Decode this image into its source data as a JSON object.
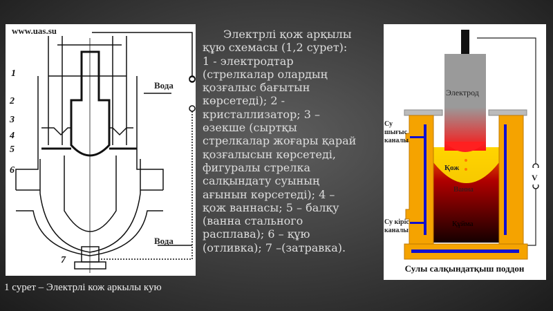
{
  "figure1": {
    "source_label": "www.uas.su",
    "numbers": [
      "1",
      "2",
      "3",
      "4",
      "5",
      "6",
      "7"
    ],
    "water_label_top": "Вода",
    "water_label_bottom": "Вода",
    "caption": "1 сурет – Электрлі кож аркылы кую"
  },
  "description": {
    "lines": [
      "Электрлі қож арқылы",
      "құю схемасы (1,2 сурет):",
      "1 - электродтар",
      "(стрелкалар олардың",
      "қозғалыс бағытын",
      "көрсетеді); 2 -",
      "кристаллизатор; 3 –",
      "өзекше (сыртқы",
      "стрелкалар жоғары қарай",
      "қозғалысын көрсетеді,",
      "фигуралы стрелка",
      "салқындату суының",
      "ағынын көрсетеді); 4 –",
      "қож ваннасы; 5 – балқу",
      "(ванна стального",
      "расплава); 6 – құю",
      "(отливка); 7 –(затравка)."
    ]
  },
  "figure2": {
    "electrode_label": "Электрод",
    "water_out_label": [
      "Су",
      "шығыс",
      "каналы"
    ],
    "water_in_label": [
      "Су кіріс",
      "каналы"
    ],
    "slag_label": "Қож",
    "bath_label": "Ванна",
    "ingot_label": "Құйма",
    "voltage_label": "V",
    "caption": "Сулы салқындатқыш поддон",
    "colors": {
      "mold": "#f5a300",
      "water": "#1010d0",
      "electrode": "#9a9a9a",
      "slag": "#ffff20",
      "ingot": "#1a0000"
    }
  }
}
